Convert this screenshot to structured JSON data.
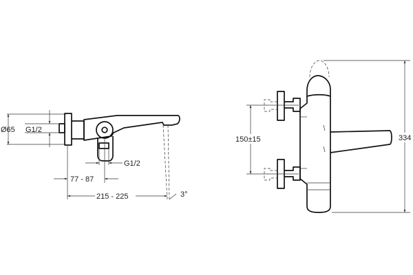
{
  "side_view": {
    "dim_diameter": "Ø65",
    "dim_inlet_thread": "G1/2",
    "dim_outlet_thread": "G1/2",
    "dim_eccentric": "77 - 87",
    "dim_depth": "215 - 225",
    "dim_angle": "3°"
  },
  "front_view": {
    "dim_center_distance": "150±15",
    "dim_height": "334"
  },
  "colors": {
    "line": "#111111",
    "background": "#ffffff"
  }
}
